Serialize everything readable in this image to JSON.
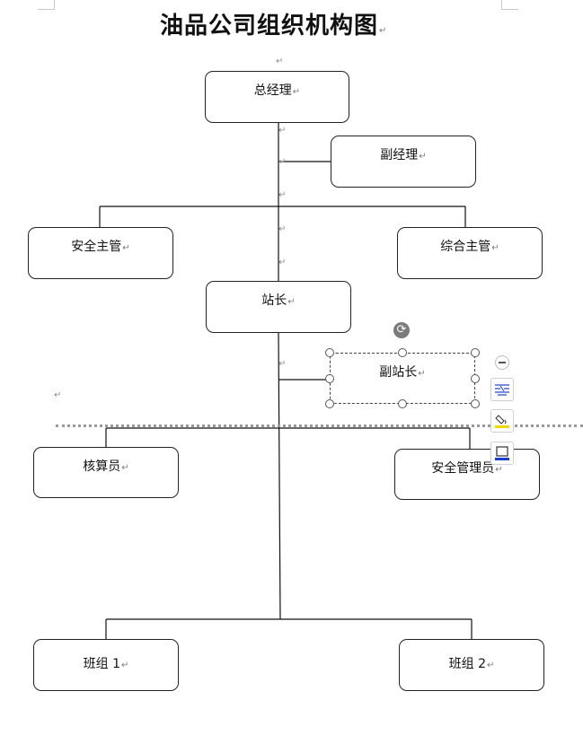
{
  "title": "油品公司组织机构图",
  "para_mark": "↵",
  "chart_nodes": {
    "general_manager": "总经理",
    "deputy_manager": "副经理",
    "safety_supervisor": "安全主管",
    "general_supervisor": "综合主管",
    "station_master": "站长",
    "deputy_station_master": "副站长",
    "accountant": "核算员",
    "safety_officer": "安全管理员",
    "team1": "班组 1",
    "team2": "班组 2"
  },
  "layout_toolbar": {
    "collapse_icon": "minus-circle-icon",
    "layout_icon": "layout-options-icon",
    "fill_icon": "shape-fill-icon",
    "outline_icon": "shape-outline-icon",
    "rotate_icon": "rotate-icon"
  },
  "colors": {
    "border": "#222222",
    "fill_accent": "#f0d800",
    "outline_accent": "#1a3fd6",
    "handle_border": "#555555"
  }
}
